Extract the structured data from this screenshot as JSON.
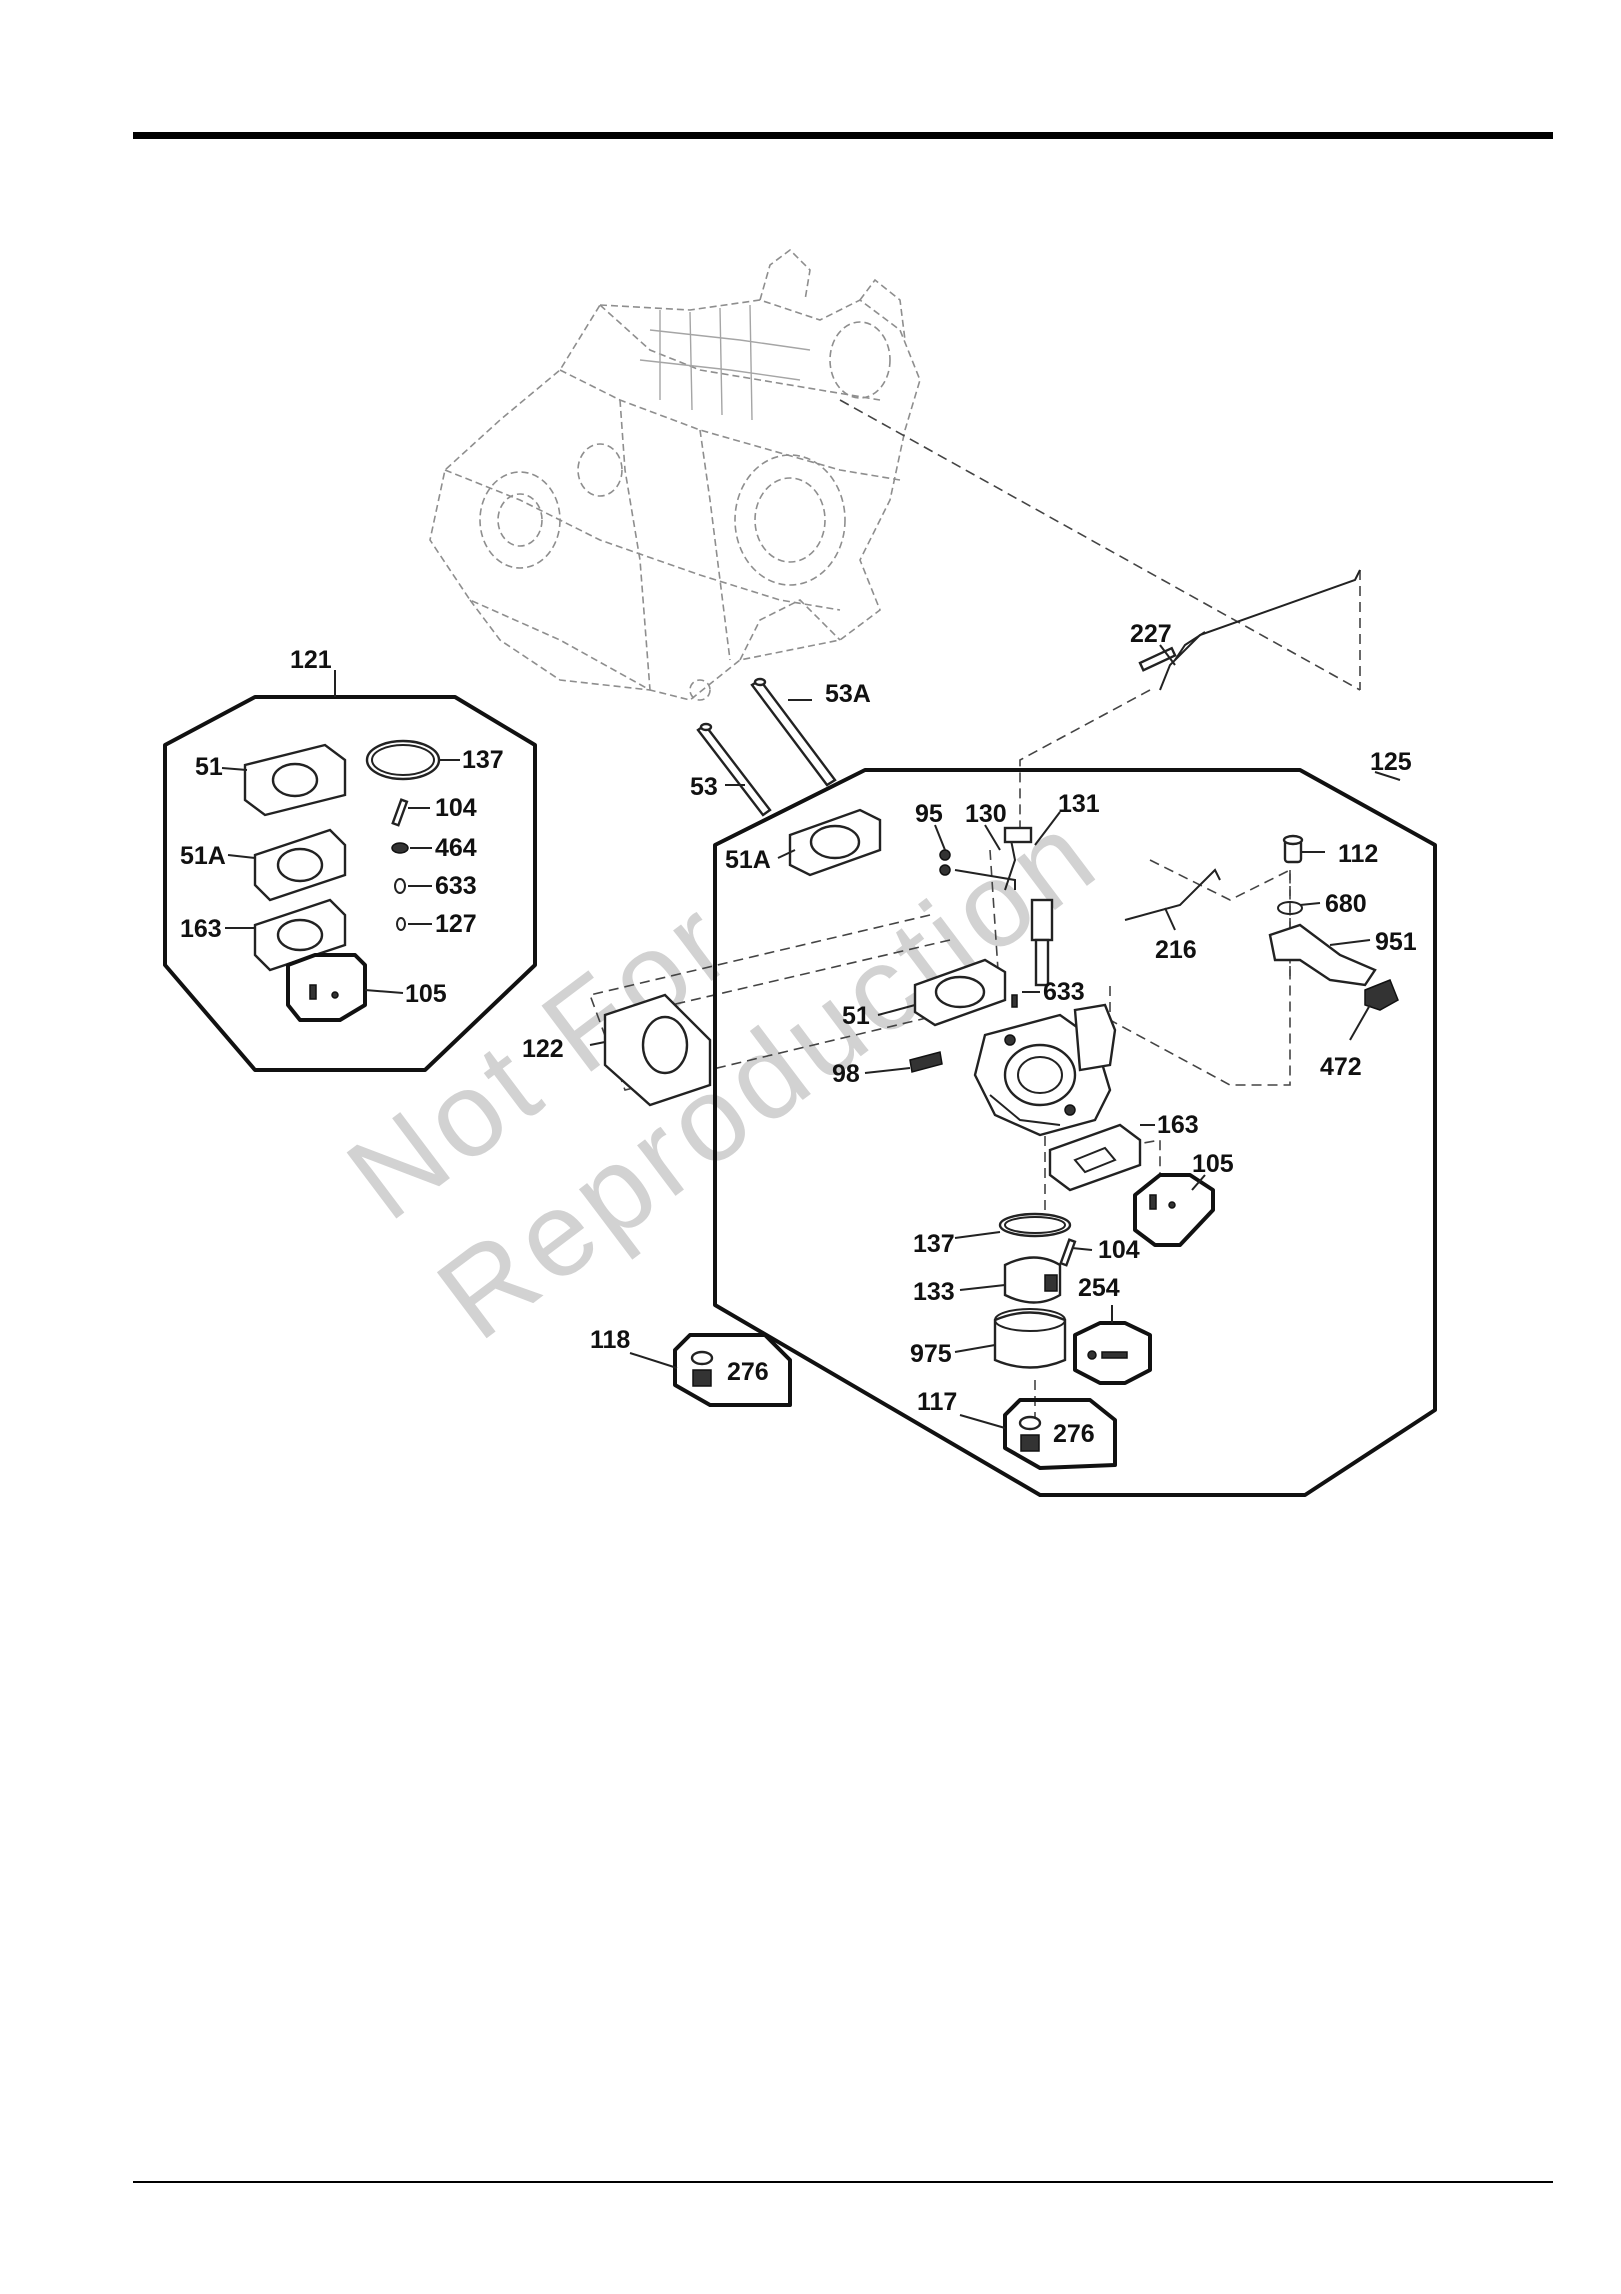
{
  "watermark": {
    "line1": "Not For",
    "line2": "Reproduction"
  },
  "callouts": {
    "c121": "121",
    "c51_kit": "51",
    "c137_kit": "137",
    "c104_kit": "104",
    "c51A_kit": "51A",
    "c464": "464",
    "c633_kit": "633",
    "c163_kit": "163",
    "c127": "127",
    "c105_kit": "105",
    "c53A": "53A",
    "c53": "53",
    "c227": "227",
    "c125": "125",
    "c95": "95",
    "c130": "130",
    "c131": "131",
    "c112": "112",
    "c51A": "51A",
    "c680": "680",
    "c951": "951",
    "c216": "216",
    "c633": "633",
    "c51": "51",
    "c122": "122",
    "c472": "472",
    "c98": "98",
    "c163": "163",
    "c105": "105",
    "c137": "137",
    "c104": "104",
    "c133": "133",
    "c254": "254",
    "c118": "118",
    "c276_a": "276",
    "c975": "975",
    "c117": "117",
    "c276_b": "276"
  },
  "colors": {
    "ink": "#111111",
    "engine_ghost": "#8e8e8e",
    "watermark": "#d2d2d2",
    "background": "#ffffff"
  }
}
